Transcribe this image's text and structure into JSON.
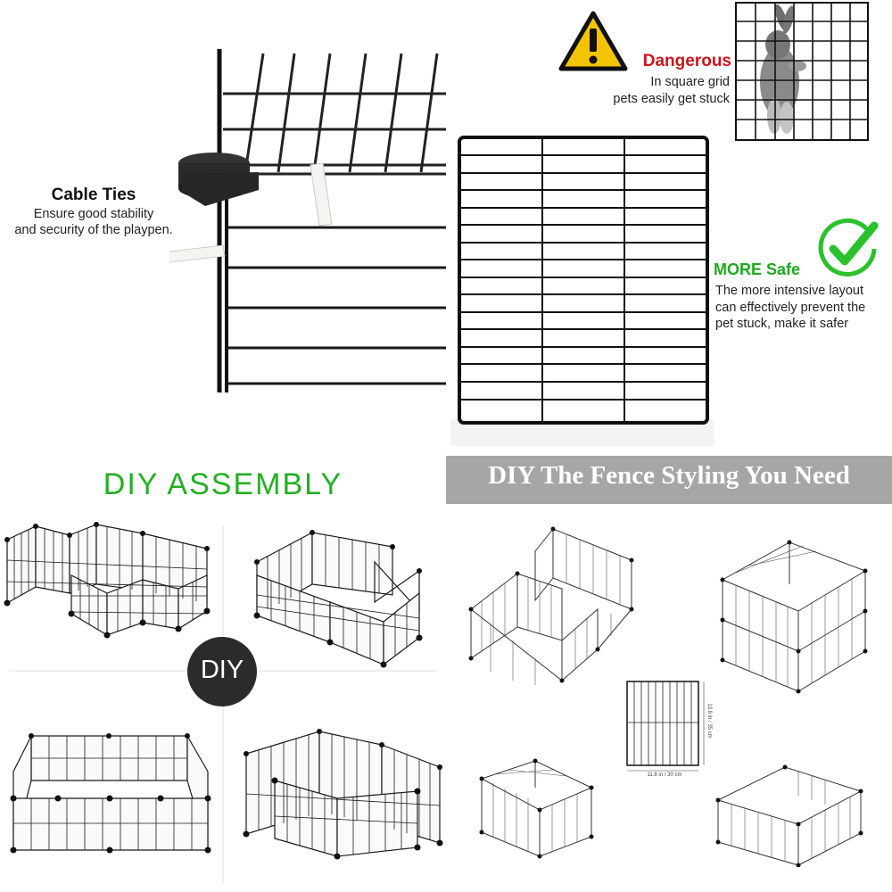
{
  "cable_ties": {
    "title": "Cable Ties",
    "line1": "Ensure good stability",
    "line2": "and security of the playpen."
  },
  "dangerous": {
    "title": "Dangerous",
    "line1": "In square grid",
    "line2": "pets easily get stuck"
  },
  "more_safe": {
    "title": "MORE Safe",
    "line1": "The more intensive layout",
    "line2": "can effectively prevent the",
    "line3": "pet stuck, make it safer"
  },
  "sections": {
    "diy_assembly": "DIY ASSEMBLY",
    "styling": "DIY The Fence Styling You Need",
    "diy_badge": "DIY"
  },
  "panel_dimensions": {
    "width_label": "11.8 in / 30 cm",
    "height_label": "13.8 in / 35 cm"
  },
  "icons": [
    "warning-icon",
    "check-icon",
    "rabbit-photo"
  ],
  "colors": {
    "danger": "#c8161d",
    "safe": "#1faa1f",
    "banner": "#a6a6a6",
    "badge": "#2b2b2b"
  }
}
